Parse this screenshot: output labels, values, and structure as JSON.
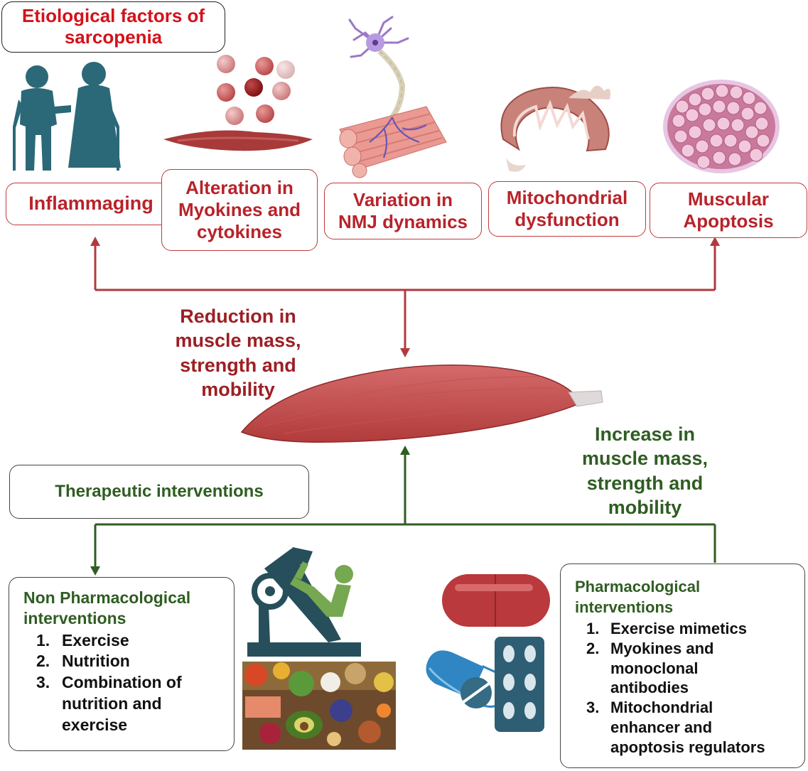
{
  "title": {
    "line1": "Etiological factors of",
    "line2": "sarcopenia"
  },
  "factors": [
    {
      "lines": [
        "Inflammaging"
      ]
    },
    {
      "lines": [
        "Alteration in",
        "Myokines and",
        "cytokines"
      ]
    },
    {
      "lines": [
        "Variation in",
        "NMJ dynamics"
      ]
    },
    {
      "lines": [
        "Mitochondrial",
        "dysfunction"
      ]
    },
    {
      "lines": [
        "Muscular",
        "Apoptosis"
      ]
    }
  ],
  "reduction_label": [
    "Reduction in",
    "muscle mass,",
    "strength and",
    "mobility"
  ],
  "increase_label": [
    "Increase in",
    "muscle mass,",
    "strength and",
    "mobility"
  ],
  "therapeutic_label": "Therapeutic interventions",
  "non_pharm": {
    "heading_line1": "Non Pharmacological",
    "heading_line2": "interventions",
    "items": [
      {
        "num": "1.",
        "lines": [
          "Exercise"
        ]
      },
      {
        "num": "2.",
        "lines": [
          "Nutrition"
        ]
      },
      {
        "num": "3.",
        "lines": [
          "Combination of",
          "nutrition and",
          "exercise"
        ]
      }
    ]
  },
  "pharm": {
    "heading_line1": "Pharmacological",
    "heading_line2": "interventions",
    "items": [
      {
        "num": "1.",
        "lines": [
          "Exercise mimetics"
        ]
      },
      {
        "num": "2.",
        "lines": [
          "Myokines and",
          "monoclonal",
          "antibodies"
        ]
      },
      {
        "num": "3.",
        "lines": [
          "Mitochondrial",
          "enhancer and",
          "apoptosis regulators"
        ]
      }
    ]
  },
  "colors": {
    "red": "#b8232a",
    "dark_red": "#9c1f23",
    "green": "#2f5d22",
    "title_red": "#d4111a"
  }
}
